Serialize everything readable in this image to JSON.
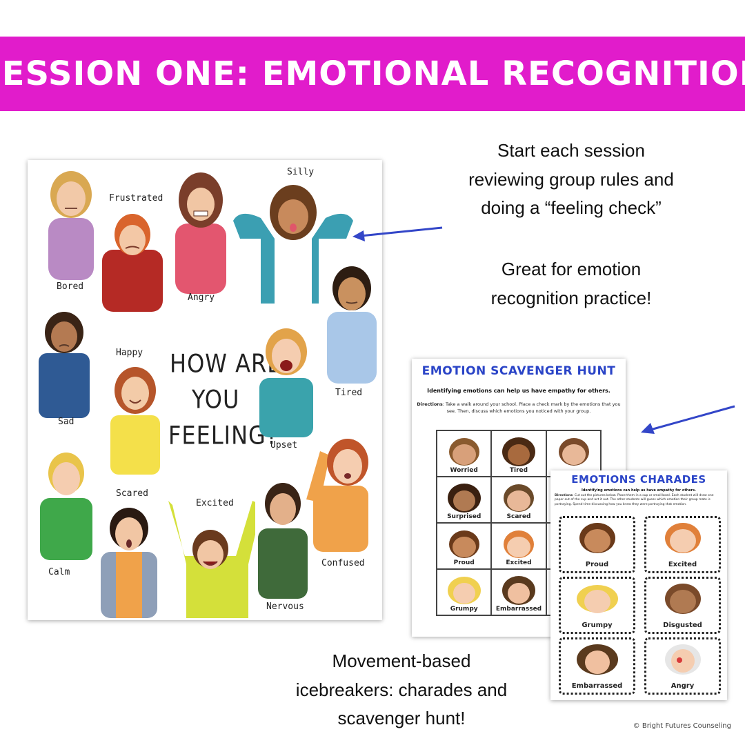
{
  "banner": {
    "title": "SESSION ONE: EMOTIONAL RECOGNITION"
  },
  "poster": {
    "title_lines": [
      "HOW ARE",
      "YOU",
      "FEELING?"
    ],
    "labels": {
      "frustrated": "Frustrated",
      "silly": "Silly",
      "bored": "Bored",
      "angry": "Angry",
      "happy": "Happy",
      "tired": "Tired",
      "sad": "Sad",
      "upset": "Upset",
      "scared": "Scared",
      "excited": "Excited",
      "calm": "Calm",
      "confused": "Confused",
      "nervous": "Nervous"
    }
  },
  "callouts": {
    "top": [
      "Start each session",
      "reviewing group rules and",
      "doing a “feeling check”"
    ],
    "middle": [
      "Great for emotion",
      "recognition practice!"
    ],
    "bottom": [
      "Movement-based",
      "icebreakers: charades and",
      "scavenger hunt!"
    ]
  },
  "scavenger": {
    "title": "EMOTION SCAVENGER HUNT",
    "subtitle": "Identifying emotions can help us have empathy for others.",
    "directions_label": "Directions",
    "directions": ": Take a walk around your school. Place a check mark by the emotions that you see. Then, discuss which emotions you noticed with your group.",
    "cells": [
      "Worried",
      "Tired",
      "",
      "Surprised",
      "Scared",
      "",
      "Proud",
      "Excited",
      "",
      "Grumpy",
      "Embarrassed",
      ""
    ]
  },
  "charades": {
    "title": "EMOTIONS CHARADES",
    "subtitle": "Identifying emotions can help us have empathy for others.",
    "directions_label": "Directions",
    "directions": ": Cut out the pictures below. Place them in a cup or small bowl. Each student will draw one paper out of the cup and act it out. The other students will guess which emotion their group mate is portraying. Spend time discussing how you knew they were portraying that emotion.",
    "cards": [
      "Proud",
      "Excited",
      "Grumpy",
      "Disgusted",
      "Embarrassed",
      "Angry"
    ]
  },
  "credit": "© Bright Futures Counseling",
  "colors": {
    "banner": "#e11ccb",
    "title_blue": "#2a44c7",
    "arrow": "#3346c8"
  }
}
